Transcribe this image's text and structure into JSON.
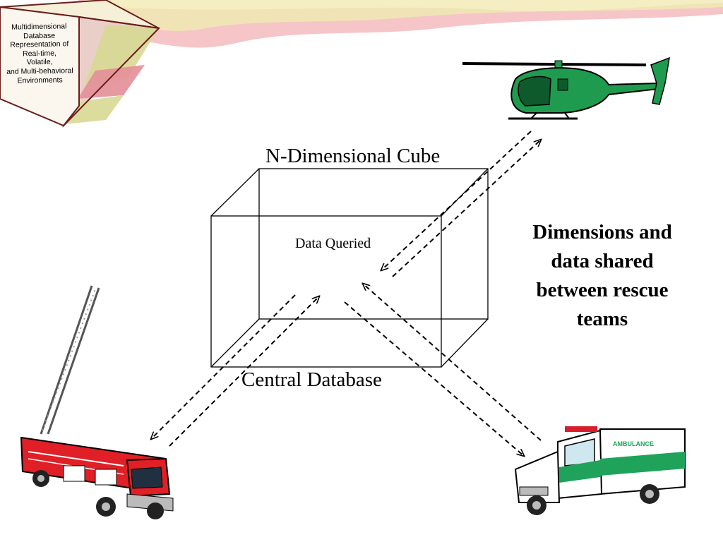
{
  "logo": {
    "lines": [
      "Multidimensional",
      "Database",
      "Representation of",
      "Real-time,",
      "Volatile,",
      "and Multi-behavioral",
      "Environments"
    ]
  },
  "cube": {
    "title": "N-Dimensional Cube",
    "center_label": "Data Queried",
    "caption": "Central Database"
  },
  "side_note": {
    "lines": [
      "Dimensions and",
      "data shared",
      "between rescue",
      "teams"
    ]
  },
  "vehicles": {
    "ambulance_text": "AMBULANCE"
  },
  "colors": {
    "helicopter": "#1e9b4f",
    "fire_truck": "#e01f26",
    "ambulance_stripe": "#1fa35a",
    "banner_pink": "#f3b1b5",
    "banner_yellow": "#efe9b3"
  }
}
